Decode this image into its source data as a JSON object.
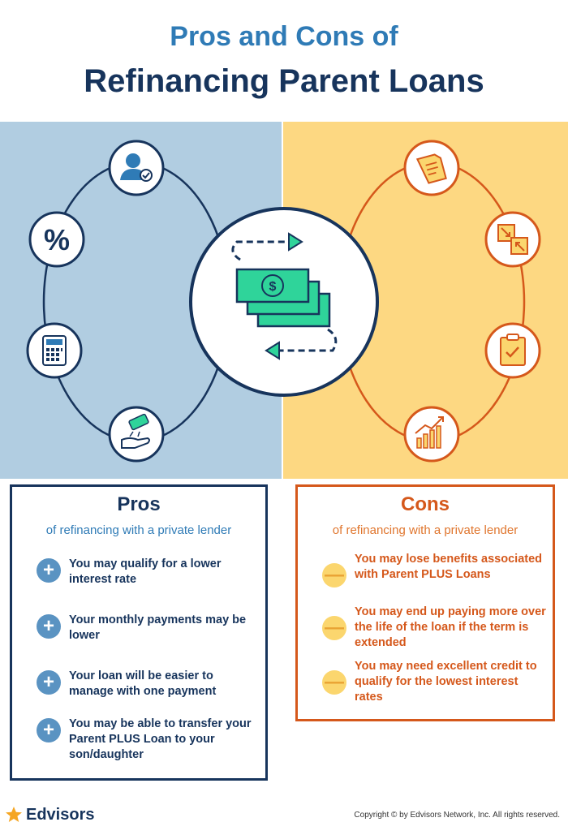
{
  "title": {
    "line1": "Pros and Cons of",
    "line2": "Refinancing Parent Loans"
  },
  "colors": {
    "navy": "#17345c",
    "blue": "#2f7bb6",
    "pros_panel": "#b1cde1",
    "cons_panel": "#fdd882",
    "orange": "#d5581b",
    "money_green": "#2fd49a"
  },
  "icons": {
    "pros": [
      "user-check-icon",
      "percent-icon",
      "calculator-icon",
      "hand-money-icon"
    ],
    "cons": [
      "document-icon",
      "compress-icon",
      "clipboard-check-icon",
      "growth-chart-icon"
    ],
    "center": "money-transfer-icon"
  },
  "percent_symbol": "%",
  "pros": {
    "heading": "Pros",
    "subheading": "of refinancing with a private lender",
    "items": [
      "You may qualify for a lower interest rate",
      "Your monthly payments may be lower",
      "Your loan will be easier to manage with one payment",
      "You may be able to transfer your Parent PLUS Loan to your son/daughter"
    ]
  },
  "cons": {
    "heading": "Cons",
    "subheading": "of refinancing with a private lender",
    "items": [
      "You may lose benefits associated with Parent PLUS Loans",
      "You may end up paying more over the life of the loan if the term is extended",
      "You may need excellent credit to qualify for the lowest interest rates"
    ]
  },
  "bullets": {
    "plus": "+",
    "minus": "—"
  },
  "footer": {
    "logo": "Edvisors",
    "copyright": "Copyright © by Edvisors Network, Inc. All rights reserved."
  }
}
